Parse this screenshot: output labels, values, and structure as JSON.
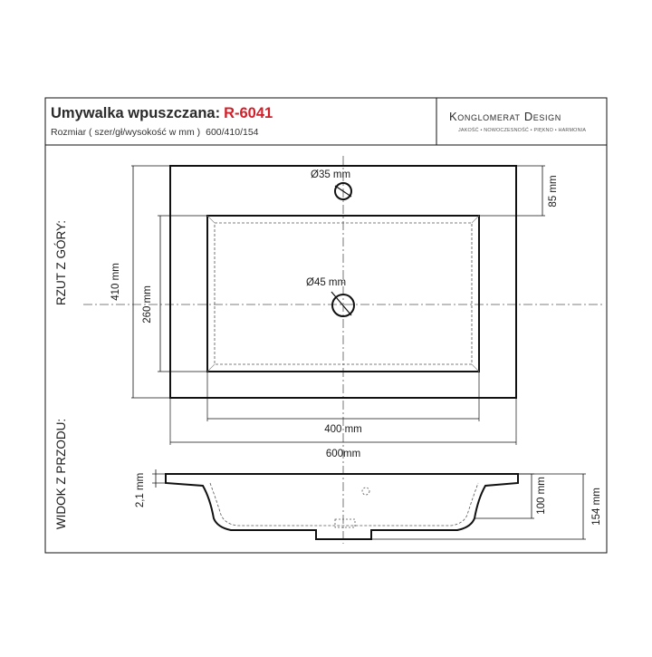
{
  "header": {
    "title": "Umywalka wpuszczana:",
    "model": "R-6041",
    "subtitle_label": "Rozmiar ( szer/gł/wysokość w mm )",
    "subtitle_value": "600/410/154",
    "brand_name": "Konglomerat Design",
    "brand_tagline": "JAKOŚĆ • NOWOCZESNOŚĆ • PIĘKNO • HARMONIA"
  },
  "views": {
    "top": "RZUT Z GÓRY:",
    "front": "WIDOK Z PRZODU:"
  },
  "dimensions": {
    "tap_hole": "Ø35 mm",
    "drain_hole": "Ø45 mm",
    "tap_offset": "85 mm",
    "total_depth": "410 mm",
    "bowl_depth": "260 mm",
    "bowl_width": "400 mm",
    "total_width": "600mm",
    "rim_thickness": "2,1 mm",
    "bowl_height": "100 mm",
    "total_height": "154 mm"
  },
  "colors": {
    "accent": "#d0202a",
    "line": "#111111",
    "dashed": "#555555"
  }
}
